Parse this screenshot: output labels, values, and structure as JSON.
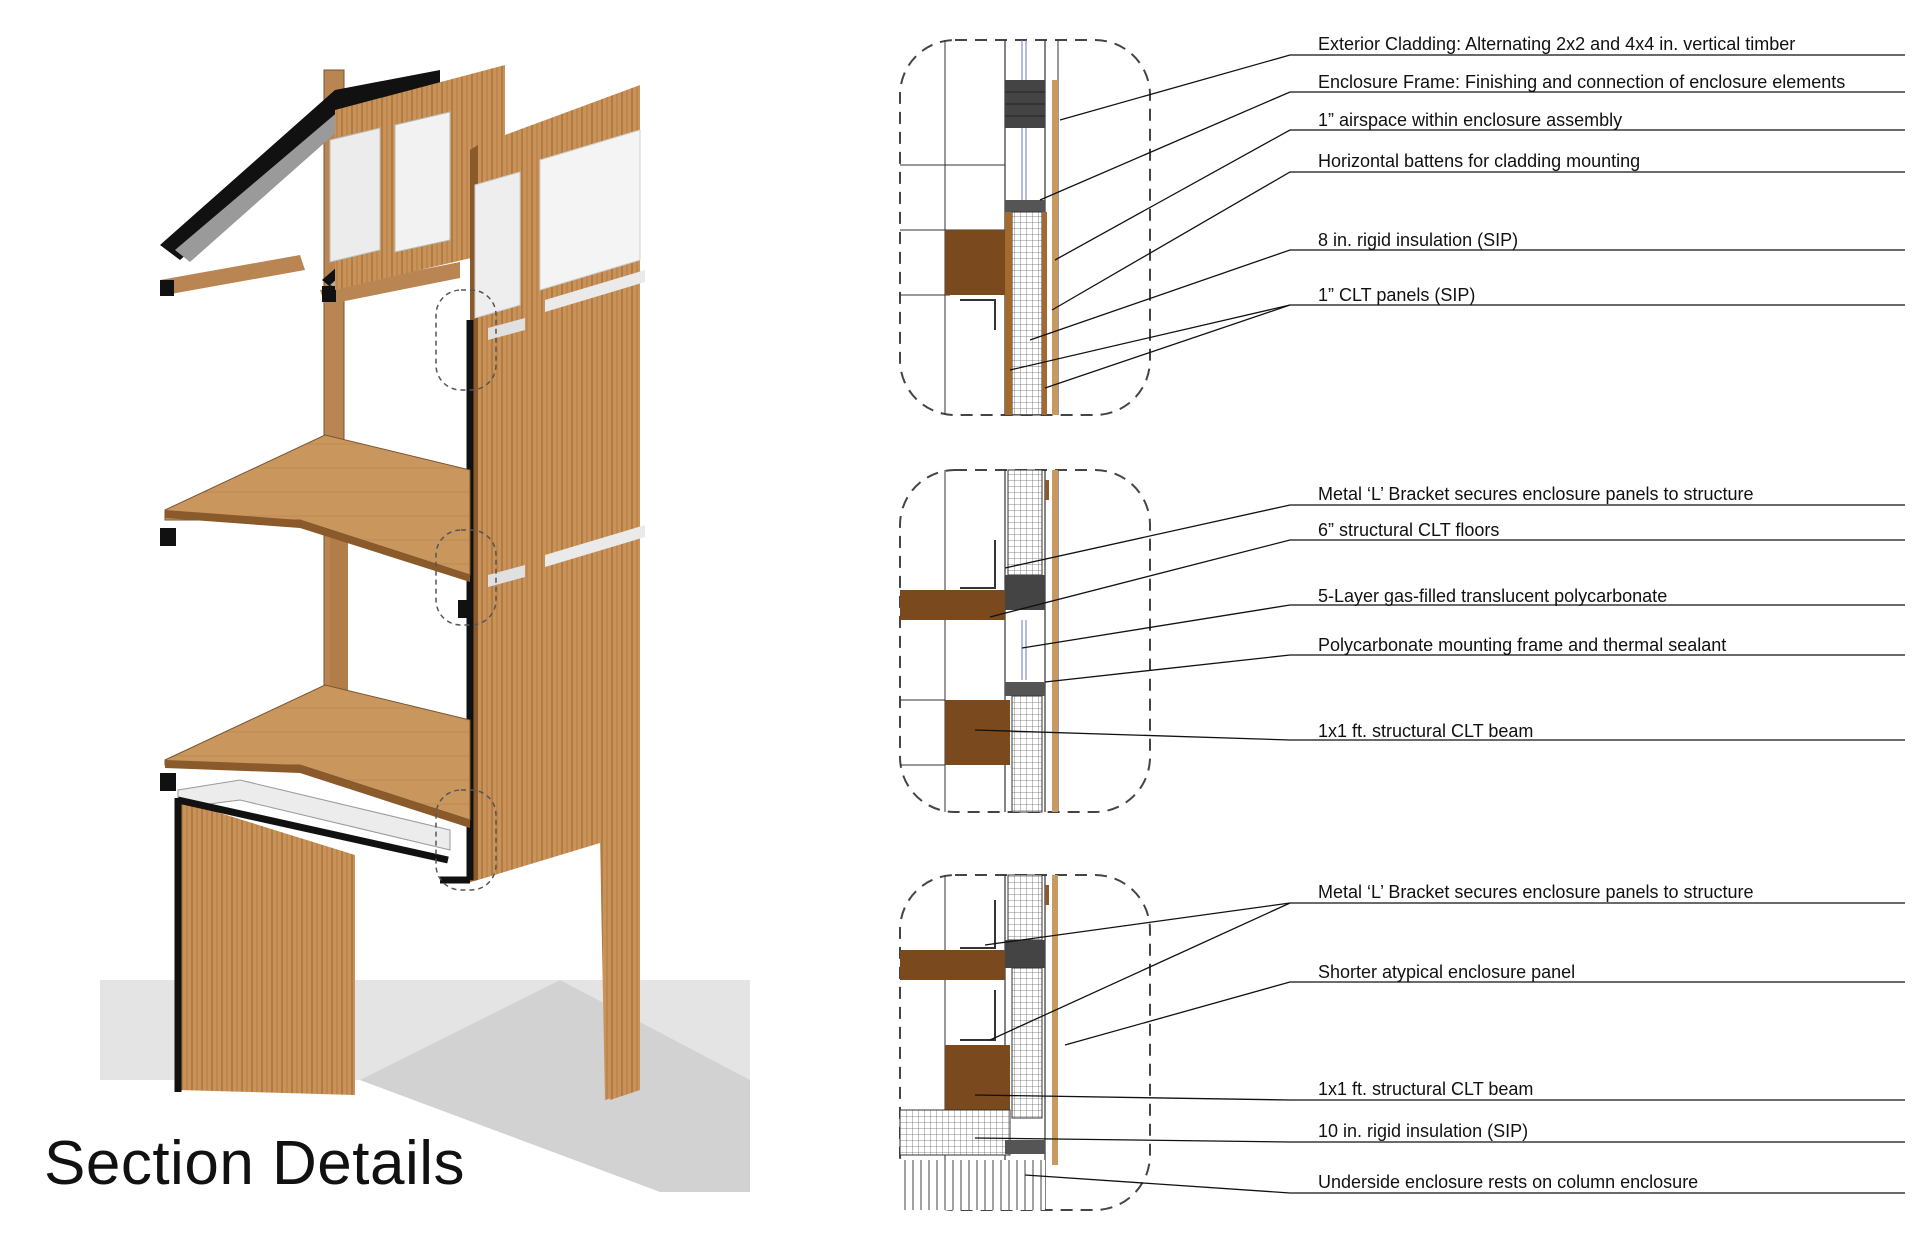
{
  "title": "Section Details",
  "colors": {
    "timber": "#c08a4d",
    "timber_dark": "#8a5a2b",
    "beam": "#7a4a1e",
    "insulation_grid": "#555555",
    "shadow": "#e6e6e6",
    "enclosure_black": "#111111"
  },
  "icons": [
    "detail-callout",
    "leader-line"
  ],
  "callouts": {
    "detail_1": [
      "Exterior Cladding: Alternating 2x2 and 4x4 in. vertical timber",
      "Enclosure Frame: Finishing and connection of enclosure elements",
      "1” airspace within enclosure assembly",
      "Horizontal battens for cladding mounting",
      "8 in. rigid insulation (SIP)",
      "1” CLT panels (SIP)"
    ],
    "detail_2": [
      "Metal ‘L’ Bracket secures enclosure panels to structure",
      "6” structural CLT floors",
      "5-Layer gas-filled translucent polycarbonate",
      "Polycarbonate mounting frame and thermal sealant",
      "1x1 ft. structural CLT beam"
    ],
    "detail_3": [
      "Metal ‘L’ Bracket secures enclosure panels to structure",
      "Shorter atypical enclosure panel",
      "1x1 ft. structural CLT beam",
      "10 in. rigid insulation (SIP)",
      "Underside enclosure rests on column enclosure"
    ]
  }
}
